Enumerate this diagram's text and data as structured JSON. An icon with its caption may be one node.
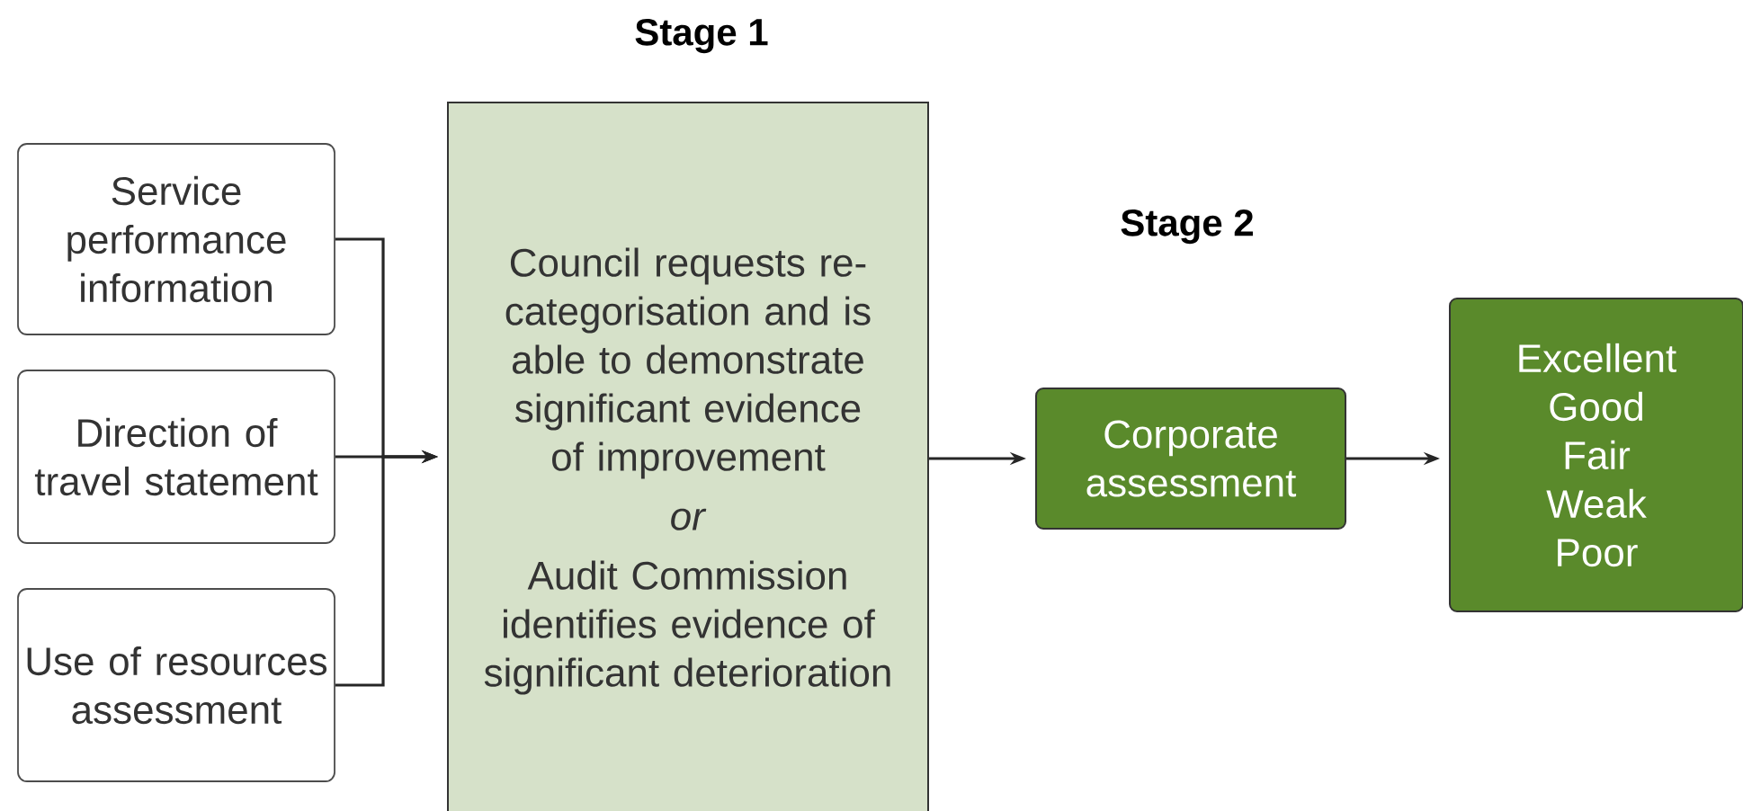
{
  "diagram": {
    "nodes": [
      {
        "text": [
          "Service performance information"
        ]
      },
      {
        "text": [
          "Direction of travel statement"
        ]
      },
      {
        "text": [
          "Use of resources assessment"
        ]
      },
      {
        "text": [
          "Council requests re-categorisation and is able to demonstrate significant evidence of improvement",
          "*or*",
          "Audit Commission identifies evidence of significant deterioration"
        ]
      },
      {
        "text": [
          "Corporate assessment"
        ]
      },
      {
        "text": [
          "Excellent",
          "Good",
          "Fair",
          "Weak",
          "Poor"
        ]
      }
    ],
    "edges": [
      {
        "from": 0,
        "to": 3,
        "arrow": "to"
      },
      {
        "from": 1,
        "to": 3,
        "arrow": "to"
      },
      {
        "from": 2,
        "to": 3,
        "arrow": "to"
      },
      {
        "from": 3,
        "to": 4,
        "arrow": "to"
      },
      {
        "from": 4,
        "to": 5,
        "arrow": "to"
      }
    ],
    "labels": [
      "Stage 1",
      "Stage 2"
    ]
  }
}
